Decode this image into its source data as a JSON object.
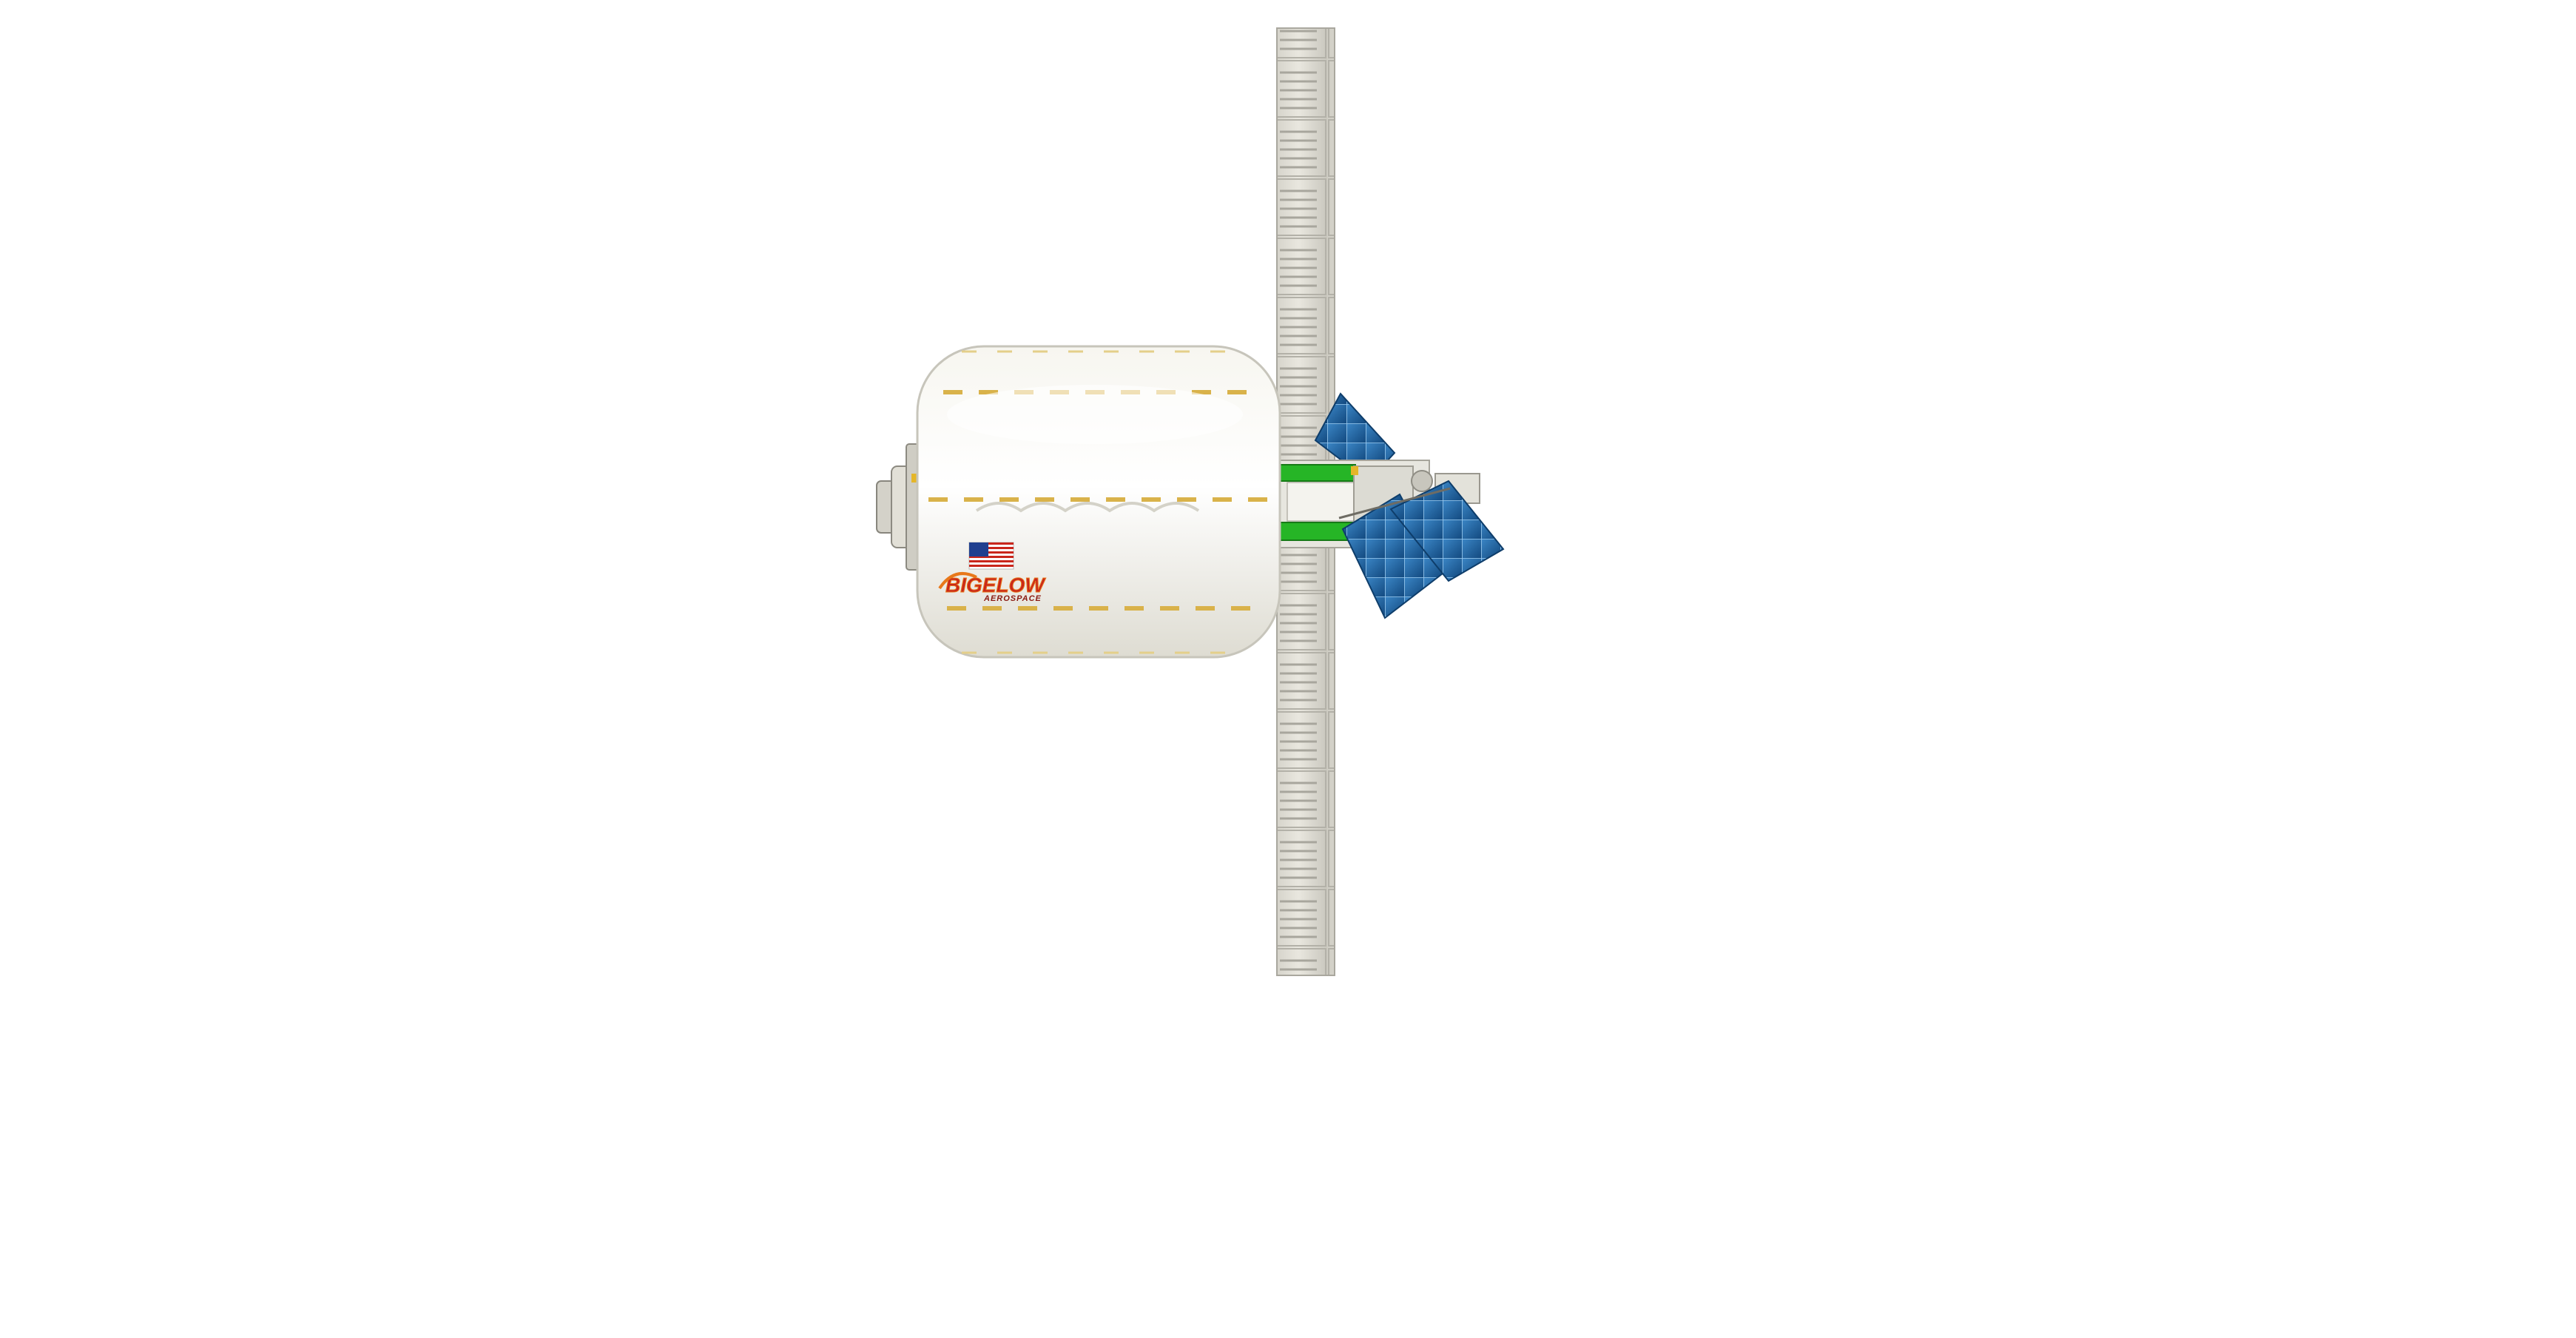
{
  "scene": {
    "subject": "inflatable-habitat-module",
    "logo_text": "BIGELOW",
    "logo_subtext": "AEROSPACE",
    "flag": "united-states-flag"
  },
  "colors": {
    "background": "#ffffff",
    "hull": "#f2f1ea",
    "hull_shadow": "#d9d8cf",
    "seam_gold": "#d9b24a",
    "truss": "#dcdad2",
    "truss_line": "#b9b7ae",
    "solar_blue": "#1f5e9a",
    "solar_cell_line": "#8fc0e6",
    "green_band": "#26b526",
    "logo_red": "#c9261b",
    "logo_orange": "#e8781a"
  },
  "icons": [
    "station-module-icon",
    "solar-array-icon",
    "docking-port-icon",
    "flag-icon"
  ]
}
